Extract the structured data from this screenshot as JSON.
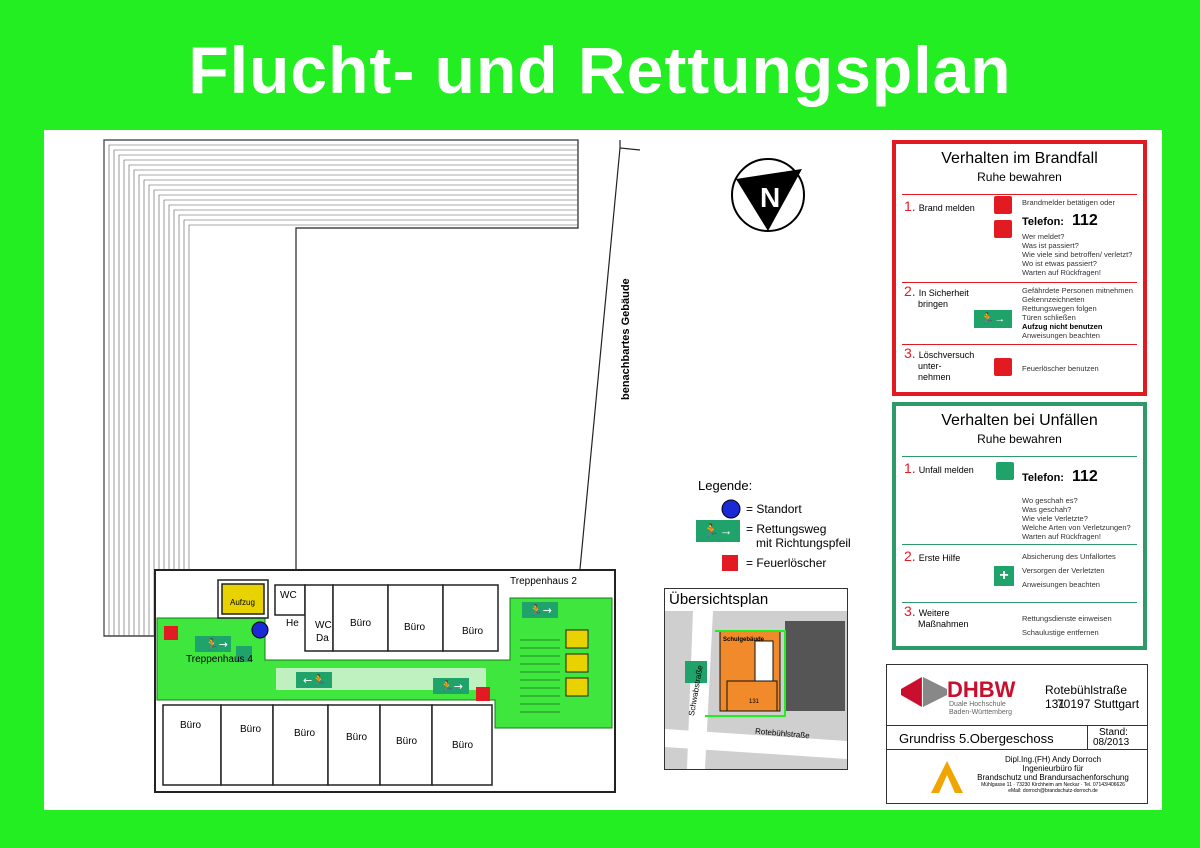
{
  "title": "Flucht- und Rettungsplan",
  "colors": {
    "frame": "#22ee22",
    "escape": "#1fa36b",
    "fire": "#e21b23",
    "corridor": "#3ee63e"
  },
  "plan": {
    "neighbor_label": "benachbartes Gebäude",
    "stair2": "Treppenhaus 2",
    "stair4": "Treppenhaus 4",
    "aufzug": "Aufzug",
    "wc1": "WC",
    "wc2": "WC",
    "he": "He",
    "da": "Da",
    "rooms_top": [
      "Büro",
      "Büro",
      "Büro"
    ],
    "rooms_bottom": [
      "Büro",
      "Büro",
      "Büro",
      "Büro",
      "Büro",
      "Büro"
    ]
  },
  "legend": {
    "title": "Legende:",
    "standort": "= Standort",
    "rettungsweg1": "= Rettungsweg",
    "rettungsweg2": "mit Richtungspfeil",
    "feuerloescher": "= Feuerlöscher"
  },
  "overview": {
    "title": "Übersichtsplan",
    "building": "Schulgebäude",
    "number": "131",
    "street1": "Schwabstraße",
    "street2": "Rotebühlstraße"
  },
  "fire": {
    "heading": "Verhalten im Brandfall",
    "sub": "Ruhe bewahren",
    "s1_num": "1.",
    "s1_label": "Brand melden",
    "s1_text": "Brandmelder betätigen oder",
    "tel_label": "Telefon:",
    "tel_number": "112",
    "s1_q": [
      "Wer meldet?",
      "Was ist passiert?",
      "Wie viele sind betroffen/ verletzt?",
      "Wo ist etwas passiert?",
      "Warten auf Rückfragen!"
    ],
    "s2_num": "2.",
    "s2_label": [
      "In Sicherheit",
      "bringen"
    ],
    "s2_text": [
      "Gefährdete Personen mitnehmen",
      "Gekennzeichneten",
      "Rettungswegen folgen",
      "Türen schließen"
    ],
    "s2_bold": "Aufzug nicht benutzen",
    "s2_extra": "Anweisungen beachten",
    "s3_num": "3.",
    "s3_label": [
      "Löschversuch",
      "unter-",
      "nehmen"
    ],
    "s3_text": "Feuerlöscher benutzen"
  },
  "accident": {
    "heading": "Verhalten bei Unfällen",
    "sub": "Ruhe bewahren",
    "s1_num": "1.",
    "s1_label": "Unfall melden",
    "tel_label": "Telefon:",
    "tel_number": "112",
    "s1_q": [
      "Wo geschah es?",
      "Was geschah?",
      "Wie viele Verletzte?",
      "Welche Arten von Verletzungen?",
      "Warten auf Rückfragen!"
    ],
    "s2_num": "2.",
    "s2_label": "Erste Hilfe",
    "s2_text": [
      "Absicherung des Unfallortes",
      "Versorgen der Verletzten",
      "Anweisungen beachten"
    ],
    "s3_num": "3.",
    "s3_label": [
      "Weitere",
      "Maßnahmen"
    ],
    "s3_text": [
      "Rettungsdienste einweisen",
      "Schaulustige entfernen"
    ]
  },
  "info": {
    "logo": "DHBW",
    "logo_sub": [
      "Duale Hochschule",
      "Baden-Württemberg"
    ],
    "address1": "Rotebühlstraße 131",
    "address2": "70197 Stuttgart",
    "plan_name": "Grundriss 5.Obergeschoss",
    "stand_label": "Stand:",
    "stand_value": "08/2013",
    "author": "Dipl.Ing.(FH) Andy Dorroch",
    "author_line2": "Ingenieurbüro für",
    "author_line3": "Brandschutz und Brandursachenforschung",
    "author_line4": "Mühlgasse 11 · 73230 Kirchheim am Neckar · Tel. 07143/406626",
    "author_line5": "eMail: dorroch@brandschutz-dorroch.de"
  },
  "north_label": "N"
}
